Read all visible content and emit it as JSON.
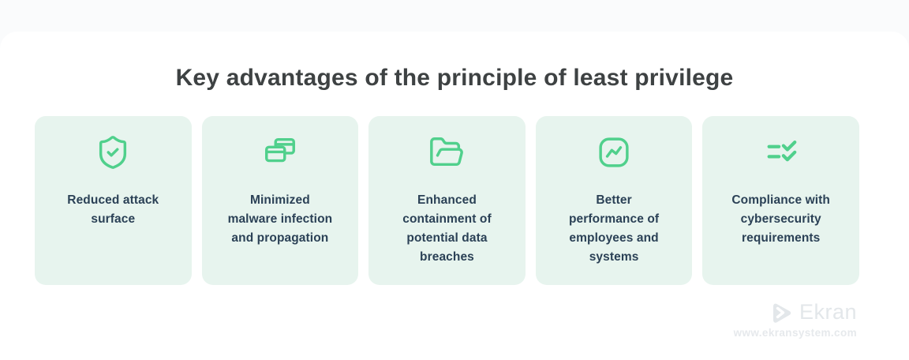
{
  "page": {
    "title": "Key advantages of the principle of least privilege"
  },
  "cards": [
    {
      "icon": "shield-check-icon",
      "label": "Reduced attack\nsurface"
    },
    {
      "icon": "browser-windows-icon",
      "label": "Minimized\nmalware infection\nand propagation"
    },
    {
      "icon": "open-folder-icon",
      "label": "Enhanced\ncontainment of\npotential data\nbreaches"
    },
    {
      "icon": "performance-chart-icon",
      "label": "Better\nperformance of\nemployees and\nsystems"
    },
    {
      "icon": "checklist-icon",
      "label": "Compliance with\ncybersecurity\nrequirements"
    }
  ],
  "watermark": {
    "brand": "Ekran",
    "url": "www.ekransystem.com"
  },
  "colors": {
    "accent_green": "#50d08c",
    "card_background": "#e7f4ee",
    "card_text": "#2b4156",
    "title_text": "#3e4243",
    "watermark_gray": "#e3e7ea"
  }
}
